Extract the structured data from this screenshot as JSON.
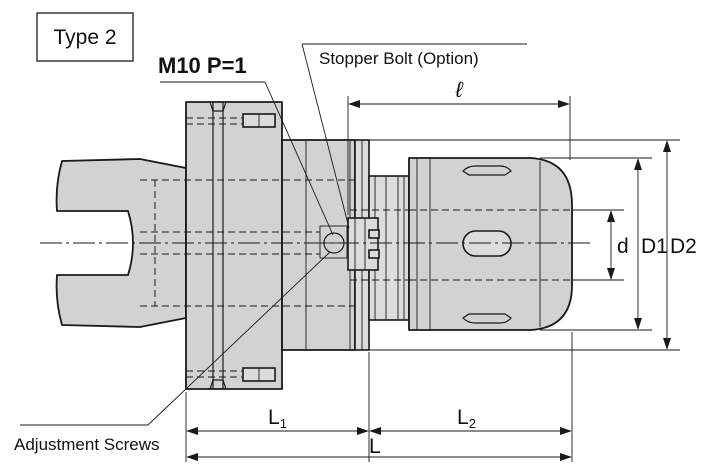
{
  "type_label": "Type 2",
  "callouts": {
    "thread": "M10 P=1",
    "stopper_bolt": "Stopper Bolt (Option)",
    "adjustment_screws": "Adjustment Screws"
  },
  "dimensions": {
    "effective_length": "ℓ",
    "inner_diameter": "d",
    "outer_diameter_1": "D1",
    "outer_diameter_2": "D2",
    "length_1": "L",
    "length_1_subscript": "1",
    "length_2": "L",
    "length_2_subscript": "2",
    "total_length": "L"
  }
}
